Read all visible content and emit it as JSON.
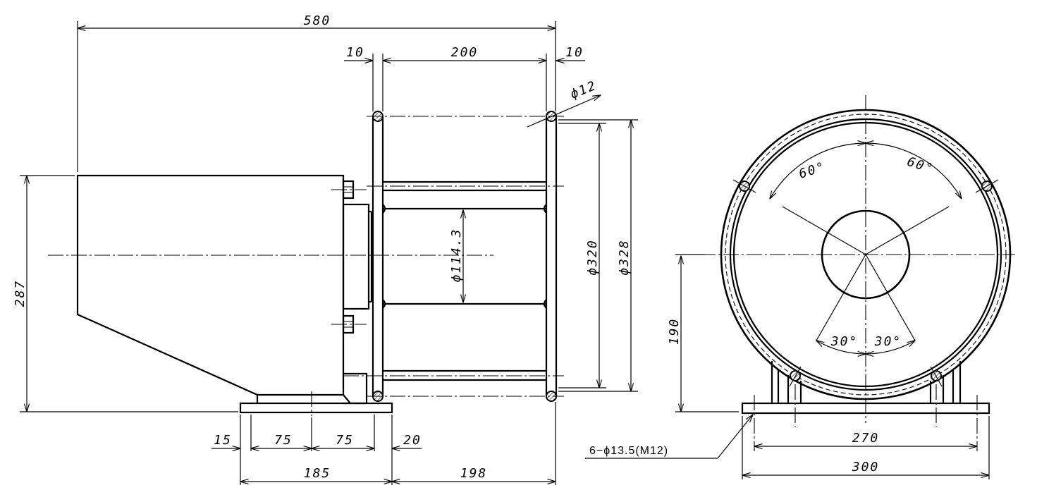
{
  "dimensions": {
    "overall_length": "580",
    "rim_thickness_left": "10",
    "rim_spacing": "200",
    "rim_thickness_right": "10",
    "rod_diameter": "ϕ12",
    "hub_diameter": "ϕ114.3",
    "inner_diameter": "ϕ320",
    "outer_diameter": "ϕ328",
    "total_height": "287",
    "base_offset": "15",
    "base_seg_1": "75",
    "base_seg_2": "75",
    "base_seg_3": "20",
    "base_length": "185",
    "reel_overhang": "198",
    "axis_height": "190",
    "bolt_spacing": "270",
    "base_width": "300",
    "angle_top_left": "60°",
    "angle_top_right": "60°",
    "angle_bottom_left": "30°",
    "angle_bottom_right": "30°"
  },
  "notes": {
    "bolt_holes": "6−ϕ13.5(M12)"
  }
}
